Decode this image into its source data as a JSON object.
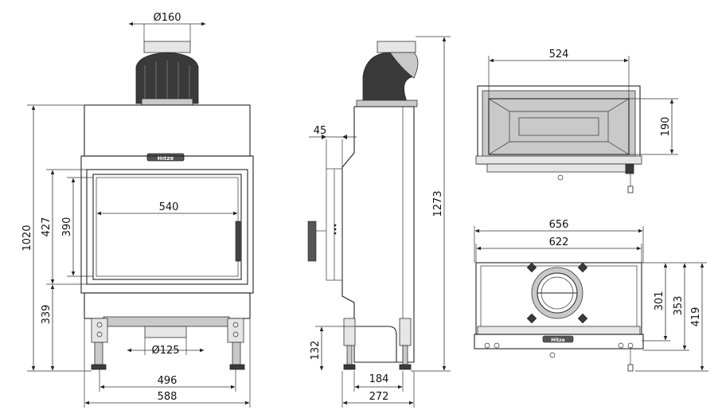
{
  "brand": "Hitze",
  "front_view": {
    "dims": {
      "flue_diameter": "Ø160",
      "total_height": "1020",
      "door_height": "427",
      "glass_height": "390",
      "base_height": "339",
      "glass_width": "540",
      "inlet_diameter": "Ø125",
      "leg_span": "496",
      "total_width": "588"
    }
  },
  "side_view": {
    "dims": {
      "door_depth": "45",
      "overall_height": "1273",
      "inlet_height": "132",
      "inlet_depth": "184",
      "total_depth": "272"
    }
  },
  "top_view": {
    "dims": {
      "inner_width": "524",
      "depth": "190"
    }
  },
  "bottom_view": {
    "dims": {
      "outer_width": "656",
      "inner_width": "622",
      "depth_1": "301",
      "depth_2": "353",
      "depth_3": "419"
    }
  }
}
